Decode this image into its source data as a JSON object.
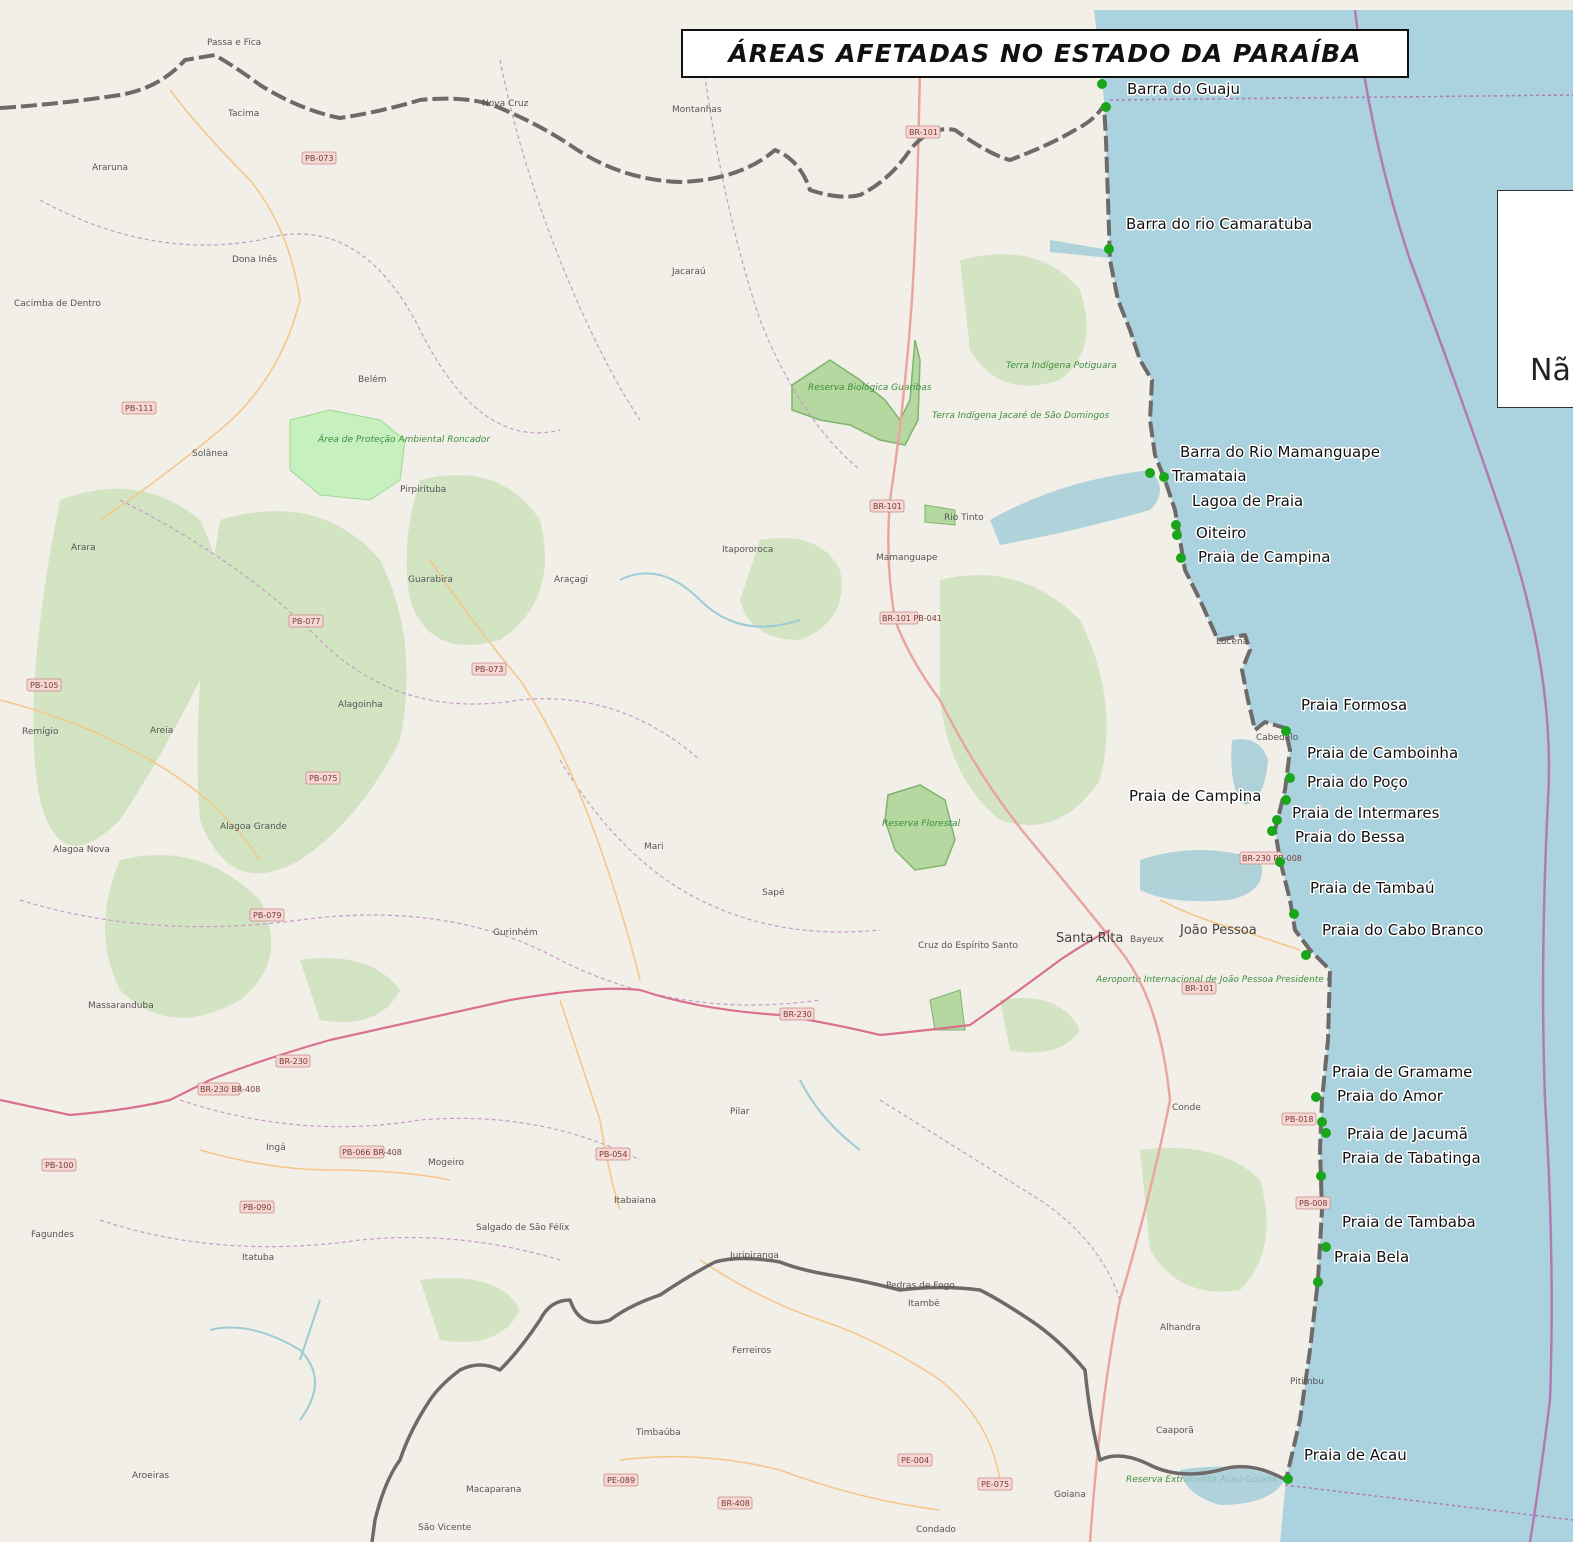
{
  "map": {
    "title": "ÁREAS AFETADAS NO ESTADO DA PARAÍBA",
    "legend_partial_text": "Nã",
    "colors": {
      "land": "#f2efe9",
      "sea": "#aad3df",
      "border": "#6f6a6a",
      "marker": "#1aa51a",
      "forest": "#b7d8a8",
      "reserve": "#cfe9c4"
    },
    "beaches": [
      {
        "name": "Barra do Guaju"
      },
      {
        "name": "Barra do rio Camaratuba"
      },
      {
        "name": "Barra do Rio Mamanguape"
      },
      {
        "name": "Tramataia"
      },
      {
        "name": "Lagoa de Praia"
      },
      {
        "name": "Oiteiro"
      },
      {
        "name": "Praia de Campina"
      },
      {
        "name": "Praia Formosa"
      },
      {
        "name": "Praia de Camboinha"
      },
      {
        "name": "Praia do Poço"
      },
      {
        "name": "Praia de Campina"
      },
      {
        "name": "Praia de Intermares"
      },
      {
        "name": "Praia do Bessa"
      },
      {
        "name": "Praia de Tambaú"
      },
      {
        "name": "Praia do Cabo Branco"
      },
      {
        "name": "Praia de Gramame"
      },
      {
        "name": "Praia do Amor"
      },
      {
        "name": "Praia de Jacumã"
      },
      {
        "name": "Praia de Tabatinga"
      },
      {
        "name": "Praia de Tambaba"
      },
      {
        "name": "Praia Bela"
      },
      {
        "name": "Praia de Acau"
      }
    ],
    "towns": [
      {
        "name": "Passa e Fica"
      },
      {
        "name": "Tacima"
      },
      {
        "name": "Araruna"
      },
      {
        "name": "Nova Cruz"
      },
      {
        "name": "Montanhas"
      },
      {
        "name": "Dona Inês"
      },
      {
        "name": "Cacimba de Dentro"
      },
      {
        "name": "Jacaraú"
      },
      {
        "name": "Belém"
      },
      {
        "name": "Solânea"
      },
      {
        "name": "Pirpirituba"
      },
      {
        "name": "Arara"
      },
      {
        "name": "Guarabira"
      },
      {
        "name": "Araçagi"
      },
      {
        "name": "Itapororoca"
      },
      {
        "name": "Mamanguape"
      },
      {
        "name": "Rio Tinto"
      },
      {
        "name": "Alagoinha"
      },
      {
        "name": "Remígio"
      },
      {
        "name": "Areia"
      },
      {
        "name": "Alagoa Grande"
      },
      {
        "name": "Alagoa Nova"
      },
      {
        "name": "Mari"
      },
      {
        "name": "Sapé"
      },
      {
        "name": "Gurinhém"
      },
      {
        "name": "Cruz do Espírito Santo"
      },
      {
        "name": "Santa Rita"
      },
      {
        "name": "Bayeux"
      },
      {
        "name": "João Pessoa"
      },
      {
        "name": "Cabedelo"
      },
      {
        "name": "Lucena"
      },
      {
        "name": "Massaranduba"
      },
      {
        "name": "Ingá"
      },
      {
        "name": "Mogeiro"
      },
      {
        "name": "Pilar"
      },
      {
        "name": "Conde"
      },
      {
        "name": "Itabaiana"
      },
      {
        "name": "Salgado de São Félix"
      },
      {
        "name": "Itatuba"
      },
      {
        "name": "Fagundes"
      },
      {
        "name": "Juripiranga"
      },
      {
        "name": "Pedras de Fogo"
      },
      {
        "name": "Itambé"
      },
      {
        "name": "Alhandra"
      },
      {
        "name": "Ferreiros"
      },
      {
        "name": "Pitimbu"
      },
      {
        "name": "Timbaúba"
      },
      {
        "name": "Caaporã"
      },
      {
        "name": "Aroeiras"
      },
      {
        "name": "Macaparana"
      },
      {
        "name": "São Vicente"
      },
      {
        "name": "Goiana"
      },
      {
        "name": "Condado"
      }
    ],
    "roads": [
      {
        "ref": "PB-073"
      },
      {
        "ref": "PB-111"
      },
      {
        "ref": "PB-077"
      },
      {
        "ref": "PB-073"
      },
      {
        "ref": "PB-105"
      },
      {
        "ref": "PB-075"
      },
      {
        "ref": "PB-079"
      },
      {
        "ref": "BR-101"
      },
      {
        "ref": "BR-101 PB-041"
      },
      {
        "ref": "BR-230"
      },
      {
        "ref": "BR-230"
      },
      {
        "ref": "BR-230 BR-408"
      },
      {
        "ref": "PB-100"
      },
      {
        "ref": "PB-090"
      },
      {
        "ref": "PB-066 BR-408"
      },
      {
        "ref": "PB-054"
      },
      {
        "ref": "BR-101"
      },
      {
        "ref": "PB-018"
      },
      {
        "ref": "PB-008"
      },
      {
        "ref": "BR-230 PB-008"
      },
      {
        "ref": "PE-089"
      },
      {
        "ref": "BR-408"
      },
      {
        "ref": "PE-004"
      },
      {
        "ref": "PE-075"
      },
      {
        "ref": "BR-101"
      }
    ],
    "green_areas": [
      {
        "name": "Terra Indígena Potiguara"
      },
      {
        "name": "Terra Indígena Jacaré de São Domingos"
      },
      {
        "name": "Reserva Biológica Guaribas"
      },
      {
        "name": "Área de Proteção Ambiental Roncador"
      },
      {
        "name": "Reserva Florestal"
      },
      {
        "name": "Aeroporto Internacional de João Pessoa Presidente Castro Pinto"
      },
      {
        "name": "Reserva Extrativista Acaú-Goiana"
      }
    ]
  }
}
